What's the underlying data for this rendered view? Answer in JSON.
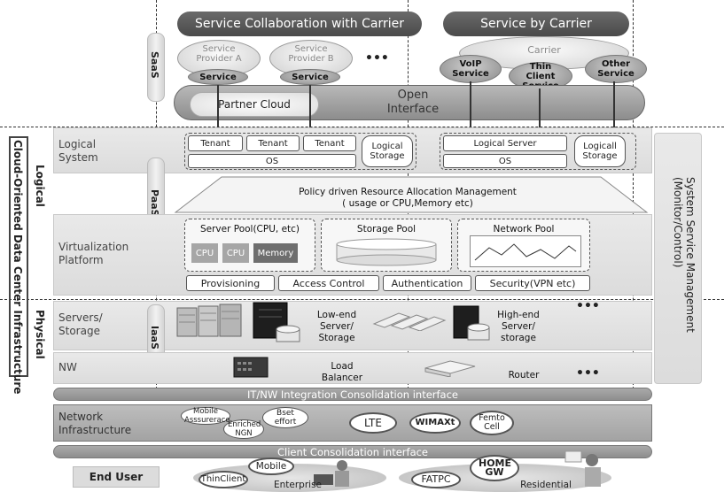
{
  "headers": {
    "collab": "Service Collaboration with Carrier",
    "carrier_service": "Service by Carrier"
  },
  "saas": {
    "tab": "SaaS",
    "provider_a": "Service Provider A",
    "provider_b": "Service Provider B",
    "service": "Service",
    "dots": "•••",
    "carrier": "Carrier",
    "voip": "VoIP Service",
    "thin_client": "Thin Client Service",
    "other": "Other Service",
    "partner_cloud": "Partner Cloud",
    "open_interface": "Open Interface"
  },
  "logical": {
    "side_label": "Logical",
    "row_label": "Logical System",
    "tenant": "Tenant",
    "os": "OS",
    "logical_storage": "Logical Storage",
    "logical_storage_2": "Logicall Storage",
    "logical_server": "Logical Server"
  },
  "paas": {
    "tab": "PaaS",
    "policy_line1": "Policy driven Resource Allocation Management",
    "policy_line2": "( usage or CPU,Memory etc)"
  },
  "virtualization": {
    "row_label": "Virtualization Platform",
    "server_pool": "Server Pool(CPU, etc)",
    "cpu": "CPU",
    "memory": "Memory",
    "storage_pool": "Storage Pool",
    "network_pool": "Network Pool",
    "provisioning": "Provisioning",
    "access_control": "Access Control",
    "authentication": "Authentication",
    "security": "Security(VPN etc)"
  },
  "physical": {
    "side_label": "Physical",
    "servers_label": "Servers/ Storage",
    "iaas": "IaaS",
    "low_end": "Low-end Server/ Storage",
    "high_end": "High-end Server/ storage",
    "dots": "•••",
    "nw_label": "NW",
    "load_balancer": "Load Balancer",
    "router": "Router"
  },
  "left_title": "Cloud-Oriented Data Center Infrastructure",
  "right_title": "System Service Management (Monitor/Control)",
  "it_nw_interface": "IT/NW Integration Consolidation interface",
  "network_infra": {
    "label": "Network Infrastructure",
    "mobile_assurance": "Mobile Asssurerace",
    "enriched_ngn": "Enriched NGN",
    "best_effort": "Bset effort",
    "lte": "LTE",
    "wimax": "WIMAXt",
    "femto": "Femto Cell"
  },
  "client_interface": "Client  Consolidation interface",
  "end_user": {
    "label": "End User",
    "thin_client": "ThinClient",
    "mobile": "Mobile",
    "enterprise": "Enterprise",
    "fatpc": "FATPC",
    "home_gw": "HOME GW",
    "residential": "Residential"
  }
}
